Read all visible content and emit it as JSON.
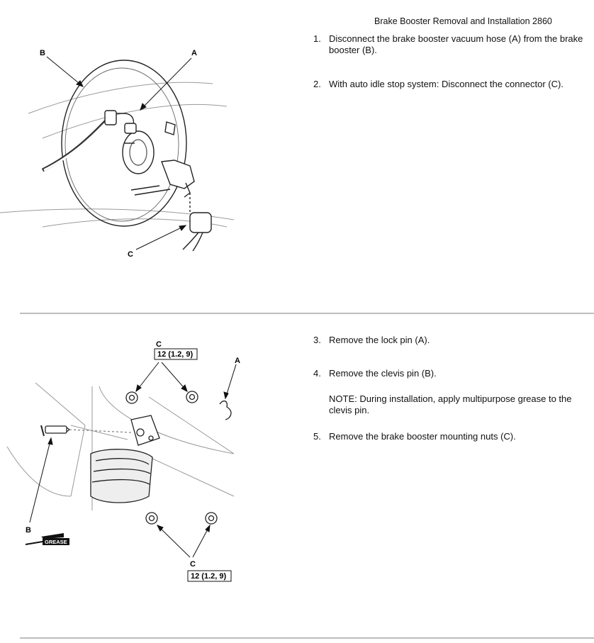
{
  "header": {
    "title": "Brake Booster Removal and Installation 2860"
  },
  "section1": {
    "steps": [
      {
        "num": "1.",
        "text": "Disconnect the brake booster vacuum hose (A) from the brake booster (B)."
      },
      {
        "num": "2.",
        "text": "With auto idle stop system: Disconnect the connector (C)."
      }
    ],
    "figure": {
      "label_a": "A",
      "label_b": "B",
      "label_c": "C"
    }
  },
  "section2": {
    "steps": [
      {
        "num": "3.",
        "text": "Remove the lock pin (A)."
      },
      {
        "num": "4.",
        "text": "Remove the clevis pin (B)."
      },
      {
        "num": "5.",
        "text": "Remove the brake booster mounting nuts (C)."
      }
    ],
    "note": "NOTE: During installation, apply multipurpose grease to the clevis pin.",
    "figure": {
      "label_a": "A",
      "label_b": "B",
      "label_c_top": "C",
      "label_c_bottom": "C",
      "torque_top": "12 (1.2, 9)",
      "torque_bottom": "12 (1.2, 9)",
      "grease_label": "GREASE"
    }
  }
}
